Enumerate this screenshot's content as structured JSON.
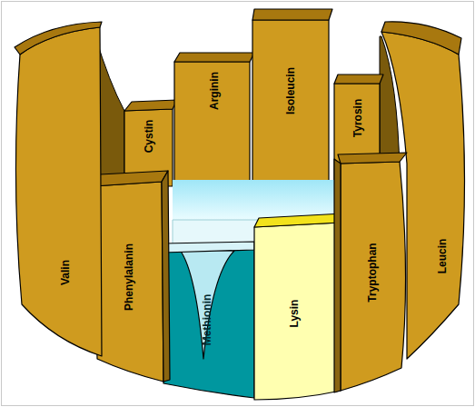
{
  "diagram": {
    "nodes": [
      {
        "text": [
          "Valin"
        ]
      },
      {
        "text": [
          "Phenylalanin"
        ]
      },
      {
        "text": [
          "Cystin"
        ]
      },
      {
        "text": [
          "Methionin"
        ]
      },
      {
        "text": [
          "Arginin"
        ]
      },
      {
        "text": [
          "Isoleucin"
        ]
      },
      {
        "text": [
          "Lysin"
        ]
      },
      {
        "text": [
          "Tyrosin"
        ]
      },
      {
        "text": [
          "Tryptophan"
        ]
      },
      {
        "text": [
          "Leucin"
        ]
      }
    ]
  }
}
